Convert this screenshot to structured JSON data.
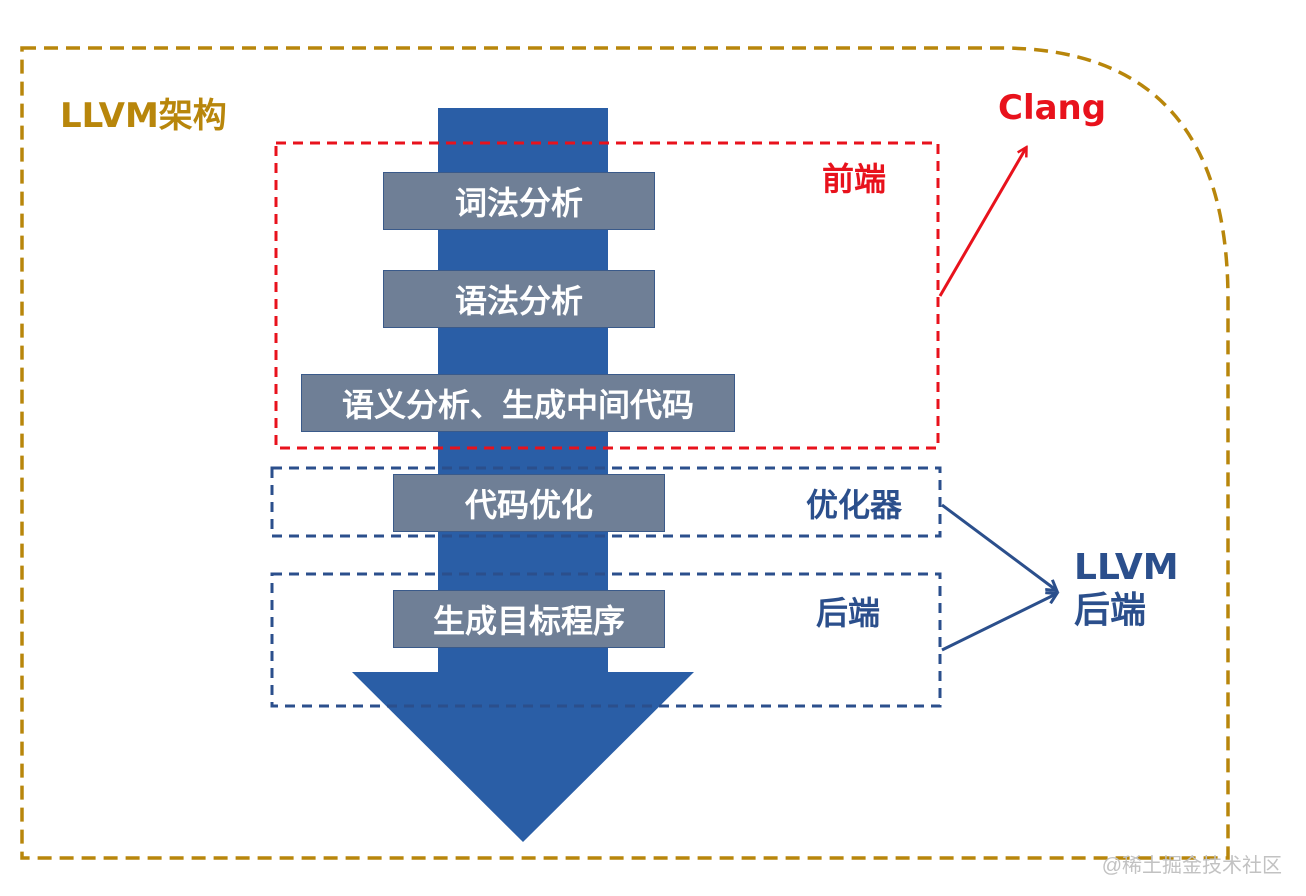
{
  "title": "LLVM架构",
  "stages": [
    {
      "id": "lexical",
      "label": "词法分析"
    },
    {
      "id": "syntax",
      "label": "语法分析"
    },
    {
      "id": "semantic",
      "label": "语义分析、生成中间代码"
    },
    {
      "id": "optimize",
      "label": "代码优化"
    },
    {
      "id": "codegen",
      "label": "生成目标程序"
    }
  ],
  "regions": {
    "frontend": {
      "label": "前端",
      "color": "#e8121c"
    },
    "optimizer": {
      "label": "优化器",
      "color": "#2b4f8c"
    },
    "backend": {
      "label": "后端",
      "color": "#2b4f8c"
    }
  },
  "annotations": {
    "clang": "Clang",
    "llvm_backend_line1": "LLVM",
    "llvm_backend_line2": "后端"
  },
  "colors": {
    "outer_border": "#b8860b",
    "arrow": "#2a5ea6",
    "stage_box": "#6f7f96",
    "frontend": "#e8121c",
    "backend": "#2b4f8c"
  },
  "watermark": "@稀土掘金技术社区"
}
